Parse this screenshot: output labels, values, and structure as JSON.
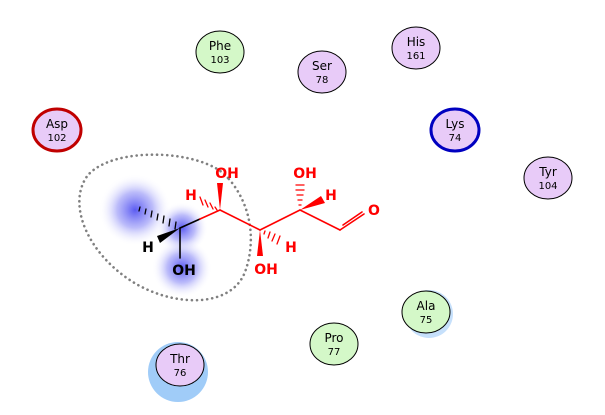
{
  "colors": {
    "polar_residue": "#e8cbf8",
    "hydrophobic_residue": "#d4f8c8",
    "acidic_border": "#c00000",
    "basic_border": "#0000c0",
    "exposure_halo": "#a0ccf8",
    "ligand_highlight": "#ff0000",
    "ligand_default": "#000000",
    "contact_shade": "#4a4af0"
  },
  "residues": [
    {
      "name": "Phe",
      "number": "103",
      "type": "hydrophobic"
    },
    {
      "name": "Ser",
      "number": "78",
      "type": "polar"
    },
    {
      "name": "His",
      "number": "161",
      "type": "polar"
    },
    {
      "name": "Asp",
      "number": "102",
      "type": "acidic"
    },
    {
      "name": "Lys",
      "number": "74",
      "type": "basic"
    },
    {
      "name": "Tyr",
      "number": "104",
      "type": "polar"
    },
    {
      "name": "Ala",
      "number": "75",
      "type": "hydrophobic"
    },
    {
      "name": "Pro",
      "number": "77",
      "type": "hydrophobic"
    },
    {
      "name": "Thr",
      "number": "76",
      "type": "polar"
    }
  ],
  "ligand": {
    "atoms": {
      "oh_c5": "OH",
      "h_c5": "H",
      "oh_c4": "OH",
      "h_c4": "H",
      "oh_c3": "OH",
      "h_c3": "H",
      "oh_c2": "OH",
      "h_c2": "H",
      "o_c1": "O"
    }
  }
}
